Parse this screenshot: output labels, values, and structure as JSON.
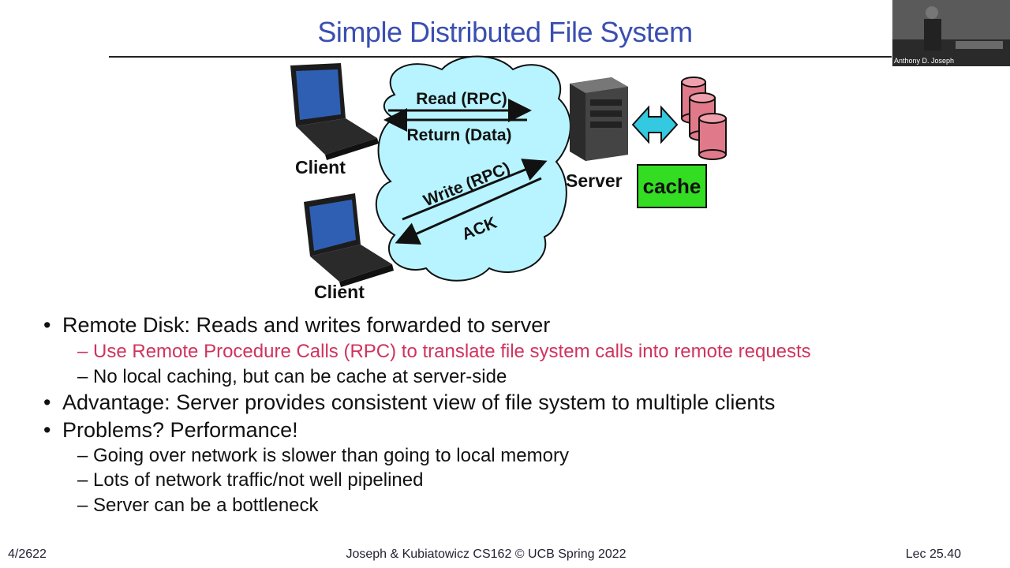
{
  "slide": {
    "title": "Simple Distributed File System",
    "webcam_caption": "Anthony D. Joseph"
  },
  "diagram": {
    "client_top_label": "Client",
    "client_bottom_label": "Client",
    "server_label": "Server",
    "cache_label": "cache",
    "arrow_read": "Read (RPC)",
    "arrow_return": "Return (Data)",
    "arrow_write": "Write (RPC)",
    "arrow_ack": "ACK",
    "colors": {
      "cloud": "#b8f4ff",
      "cache": "#33dd22",
      "disk": "#e07a8a",
      "double_arrow": "#33c9e0"
    }
  },
  "bullets": [
    {
      "text": "Remote Disk: Reads and writes forwarded to server",
      "subs": [
        {
          "text": "Use Remote Procedure Calls (RPC) to translate file system calls into remote requests",
          "color": "#d0335c"
        },
        {
          "text": "No local caching, but can be cache at server-side"
        }
      ]
    },
    {
      "text": "Advantage: Server provides consistent view of file system to multiple clients",
      "subs": []
    },
    {
      "text": "Problems?  Performance!",
      "subs": [
        {
          "text": "Going over network is slower than going to local memory"
        },
        {
          "text": "Lots of network traffic/not well pipelined"
        },
        {
          "text": "Server can be a bottleneck"
        }
      ]
    }
  ],
  "footer": {
    "date": "4/2622",
    "center": "Joseph & Kubiatowicz CS162 © UCB Spring 2022",
    "page": "Lec 25.40"
  }
}
